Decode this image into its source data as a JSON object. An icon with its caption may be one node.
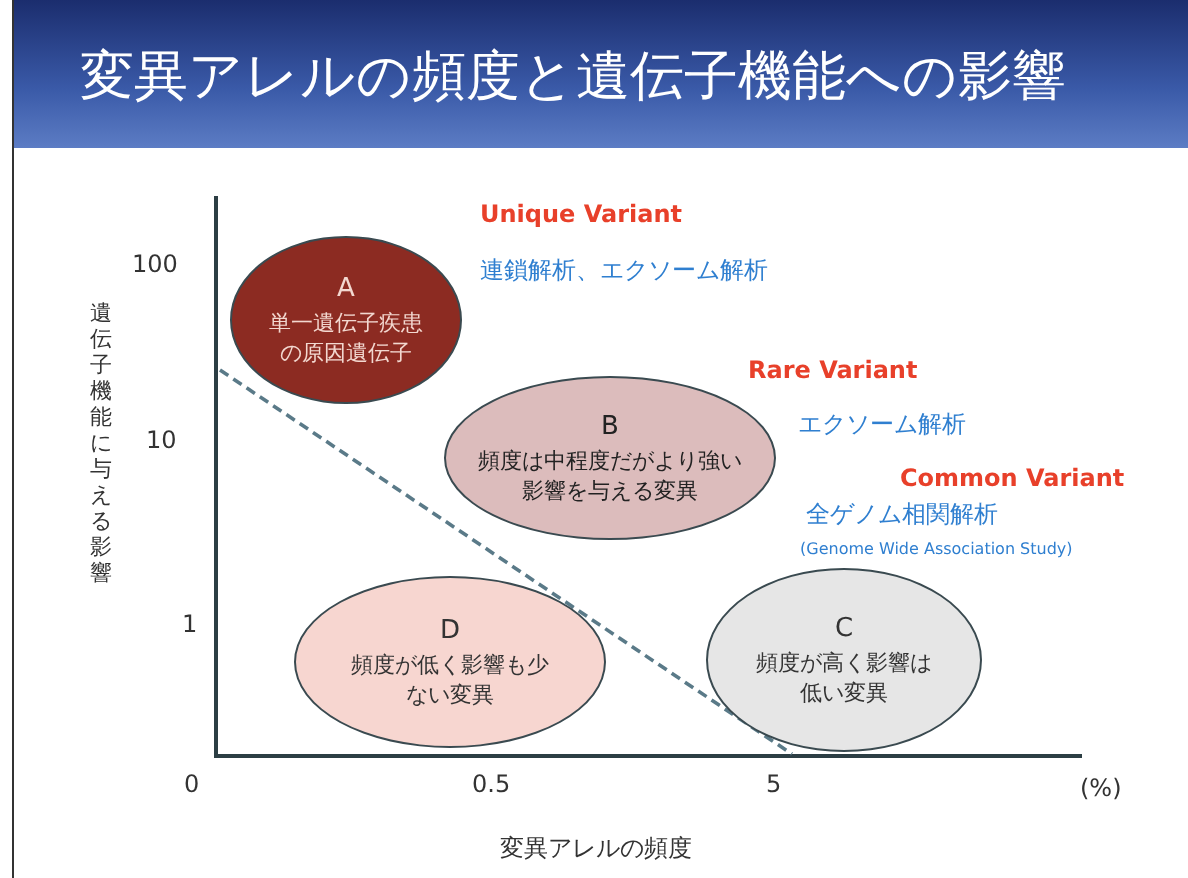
{
  "diagram": {
    "title": "変異アレルの頻度と遺伝子機能への影響",
    "nodes": [
      {
        "text": [
          "A",
          "単一遺伝子疾患の原因遺伝子"
        ]
      },
      {
        "text": [
          "B",
          "頻度は中程度だがより強い影響を与える変異"
        ]
      },
      {
        "text": [
          "D",
          "頻度が低く影響も少ない変異"
        ]
      },
      {
        "text": [
          "C",
          "頻度が高く影響は低い変異"
        ]
      }
    ],
    "labels": [
      "Unique Variant",
      "100",
      "連鎖解析、エクソーム解析",
      "Rare Variant",
      "エクソーム解析",
      "10",
      "Common Variant",
      "全ゲノム相関解析",
      "(Genome Wide Association Study)",
      "1",
      "遺伝子機能に与える影響",
      "0",
      "0.5",
      "5",
      "(%)",
      "変異アレルの頻度"
    ]
  }
}
